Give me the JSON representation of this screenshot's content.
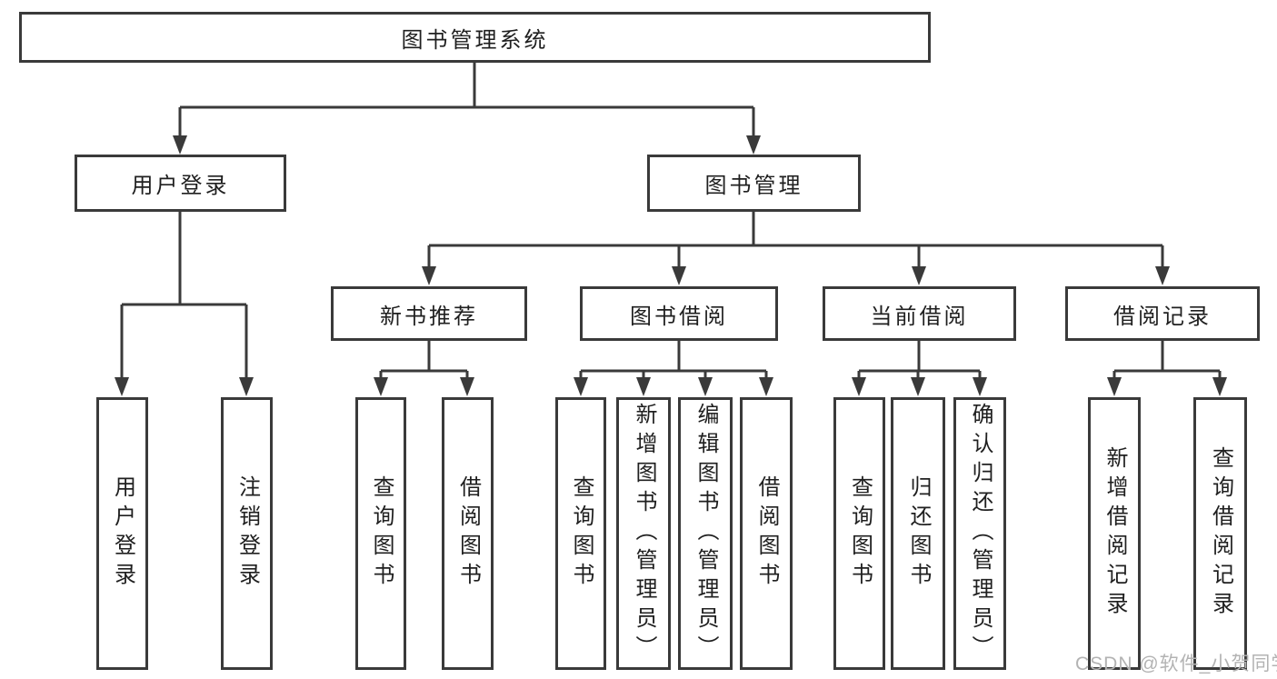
{
  "diagram": {
    "root": {
      "label": "图书管理系统"
    },
    "level2": [
      {
        "label": "用户登录"
      },
      {
        "label": "图书管理"
      }
    ],
    "level3": [
      {
        "label": "新书推荐"
      },
      {
        "label": "图书借阅"
      },
      {
        "label": "当前借阅"
      },
      {
        "label": "借阅记录"
      }
    ],
    "leaves": {
      "user_login": [
        {
          "label": "用户登录"
        },
        {
          "label": "注销登录"
        }
      ],
      "new_books": [
        {
          "label": "查询图书"
        },
        {
          "label": "借阅图书"
        }
      ],
      "book_borrow": [
        {
          "label": "查询图书"
        },
        {
          "label": "新增图书（管理员）"
        },
        {
          "label": "编辑图书（管理员）"
        },
        {
          "label": "借阅图书"
        }
      ],
      "current_borrow": [
        {
          "label": "查询图书"
        },
        {
          "label": "归还图书"
        },
        {
          "label": "确认归还（管理员）"
        }
      ],
      "borrow_records": [
        {
          "label": "新增借阅记录"
        },
        {
          "label": "查询借阅记录"
        }
      ]
    },
    "watermark": "CSDN @软件_小贺同学",
    "colors": {
      "line": "#3a3a3a",
      "text": "#1f1f1f",
      "watermark": "#b3b3b3",
      "background": "#ffffff"
    }
  }
}
